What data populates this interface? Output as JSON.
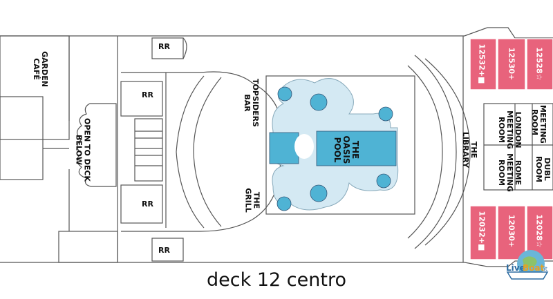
{
  "labels": {
    "garden_cafe": "GARDEN\nCAFÉ",
    "open_to_deck_below": "OPEN TO DECK\nBELOW",
    "topsiders_bar": "TOPSIDERS\nBAR",
    "the_grill": "THE\nGRILL",
    "the_oasis_pool": "THE\nOASIS\nPOOL",
    "the_library": "THE\nLIBRARY",
    "london_meeting_room": "LONDON\nMEETING\nROOM",
    "rome_meeting_room": "ROME\nMEETING\nROOM",
    "meeting_room_partial_top": "MEETING\nROOM",
    "dublin_room_partial": "DUBL\nROOM",
    "rr": "RR"
  },
  "cabins": {
    "c12532": "12532+■",
    "c12530": "12530+",
    "c12528": "12528☆",
    "c12032": "12032+■",
    "c12030": "12030+",
    "c12028": "12028☆"
  },
  "caption": "deck 12 centro",
  "logo": {
    "text_live": "Live",
    "text_boat": "Boat",
    "text_it": ".it"
  },
  "colors": {
    "pool_fill": "#d4e9f3",
    "pool_deep": "#4fb3d4",
    "cabin_fill": "#e8637c",
    "walls": "#555555"
  }
}
